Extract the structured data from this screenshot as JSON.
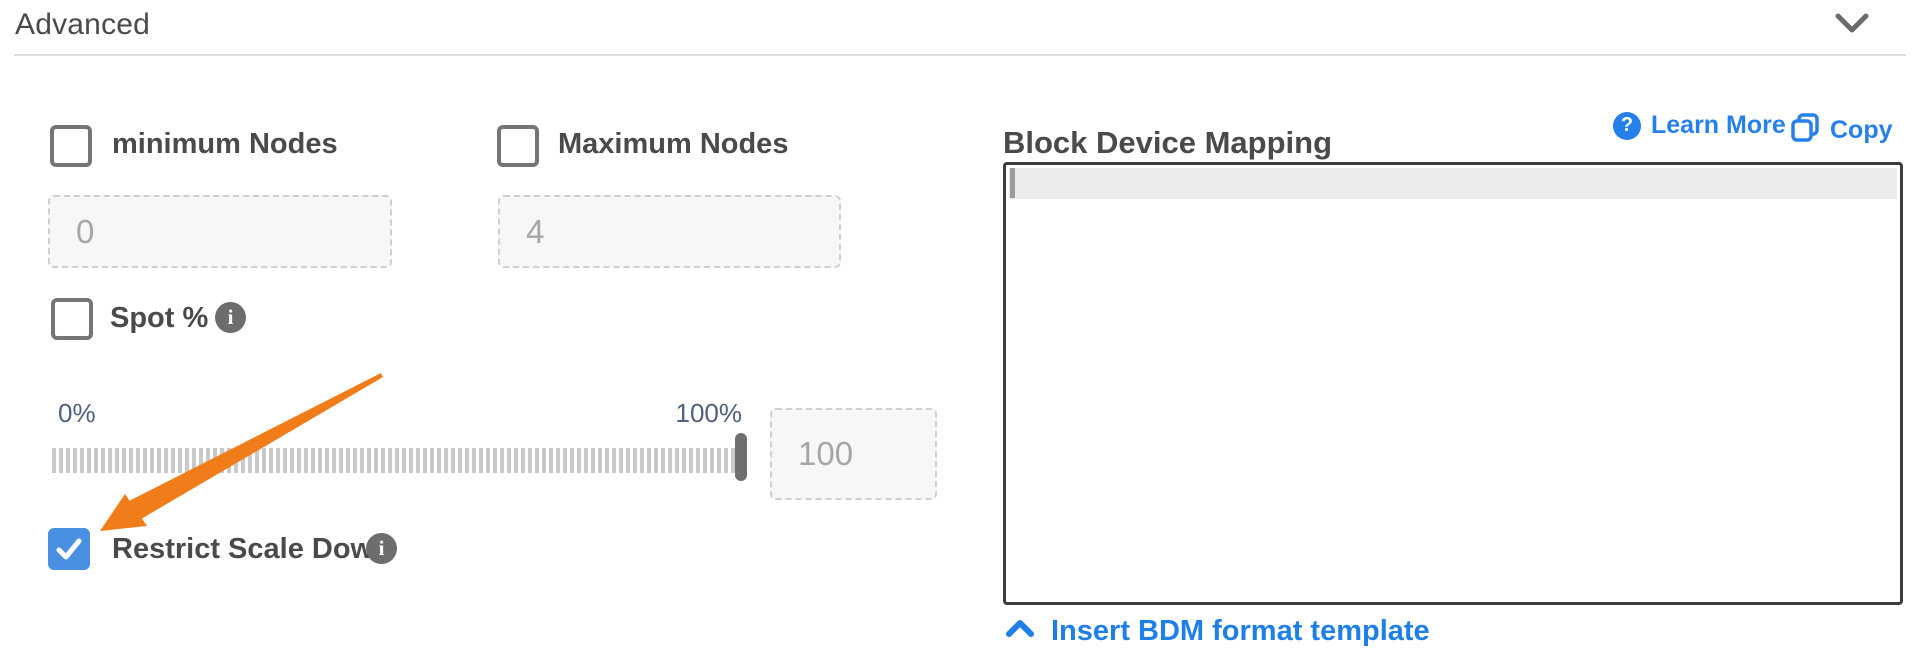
{
  "header": {
    "title": "Advanced",
    "collapse_icon": "chevron-down-icon"
  },
  "advanced": {
    "minimum_nodes": {
      "label": "minimum Nodes",
      "checked": false,
      "placeholder": "0"
    },
    "maximum_nodes": {
      "label": "Maximum Nodes",
      "checked": false,
      "placeholder": "4"
    },
    "spot_pct": {
      "label": "Spot %",
      "checked": false,
      "info_icon": "info-icon",
      "slider_min_label": "0%",
      "slider_max_label": "100%",
      "slider_value_pct": 100,
      "placeholder": "100"
    },
    "restrict_scale_down": {
      "label": "Restrict Scale Down",
      "checked": true,
      "info_icon": "info-icon"
    }
  },
  "bdm": {
    "title": "Block Device Mapping",
    "learn_more_label": "Learn More",
    "copy_label": "Copy",
    "editor_content": "",
    "insert_template_label": "Insert BDM format template"
  },
  "colors": {
    "link_blue": "#2680eb",
    "insert_link_blue": "#1f7fe8",
    "checkbox_checked_blue": "#4a90e2",
    "slider_label_blue_gray": "#51607e",
    "arrow_orange": "#f07d1a",
    "label_gray": "#4a4a4a"
  }
}
